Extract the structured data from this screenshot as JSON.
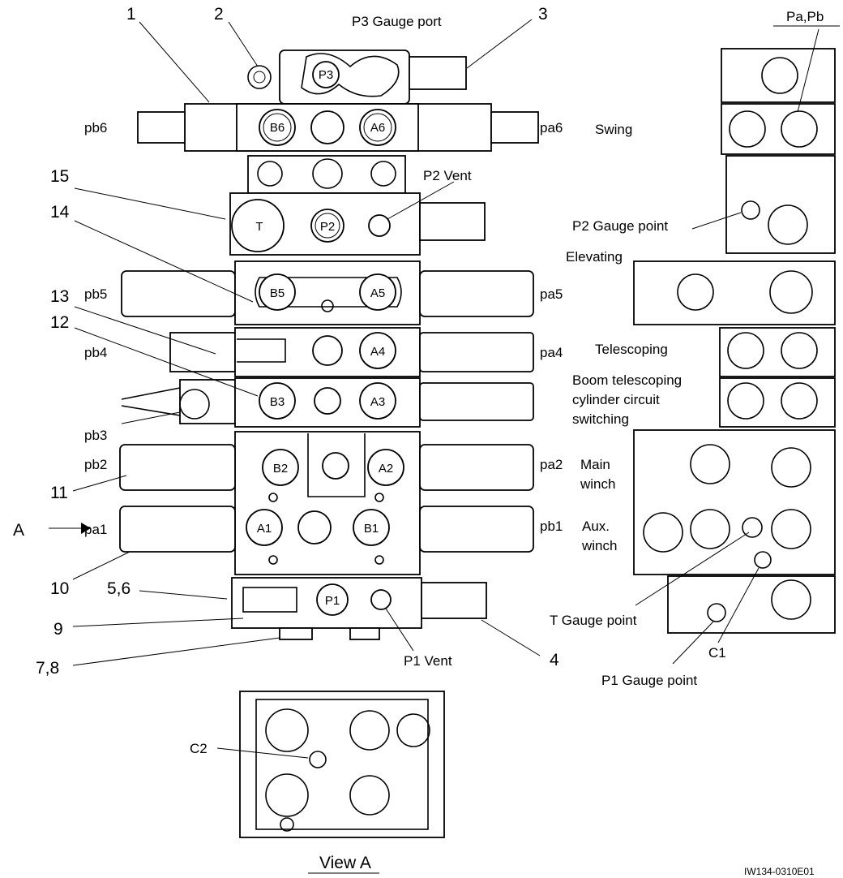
{
  "callouts": {
    "n1": "1",
    "n2": "2",
    "n3": "3",
    "n4": "4",
    "n5_6": "5,6",
    "n7_8": "7,8",
    "n9": "9",
    "n10": "10",
    "n11": "11",
    "n12": "12",
    "n13": "13",
    "n14": "14",
    "n15": "15"
  },
  "ports": {
    "p3": "P3",
    "p2": "P2",
    "p1": "P1",
    "t": "T",
    "b6": "B6",
    "a6": "A6",
    "b5": "B5",
    "a5": "A5",
    "a4": "A4",
    "b3": "B3",
    "a3": "A3",
    "b2": "B2",
    "a2": "A2",
    "a1": "A1",
    "b1": "B1"
  },
  "pilot_labels": {
    "pb6": "pb6",
    "pa6": "pa6",
    "pb5": "pb5",
    "pa5": "pa5",
    "pb4": "pb4",
    "pa4": "pa4",
    "pb3": "pb3",
    "pb2": "pb2",
    "pa2": "pa2",
    "pa1": "pa1",
    "pb1": "pb1"
  },
  "annotations": {
    "p3_gauge_port": "P3  Gauge port",
    "p2_vent": "P2 Vent",
    "p1_vent": "P1 Vent",
    "pa_pb": "Pa,Pb",
    "p2_gauge_point": "P2 Gauge point",
    "t_gauge_point": "T Gauge point",
    "p1_gauge_point": "P1 Gauge point",
    "c1": "C1",
    "c2": "C2",
    "view_a": "View A",
    "arrow_a": "A",
    "drawing_id": "IW134-0310E01"
  },
  "functions": {
    "swing": "Swing",
    "elevating": "Elevating",
    "telescoping": "Telescoping",
    "boom_1": "Boom telescoping",
    "boom_2": "cylinder circuit",
    "boom_3": "switching",
    "main_1": "Main",
    "main_2": "winch",
    "aux_1": "Aux.",
    "aux_2": "winch"
  }
}
